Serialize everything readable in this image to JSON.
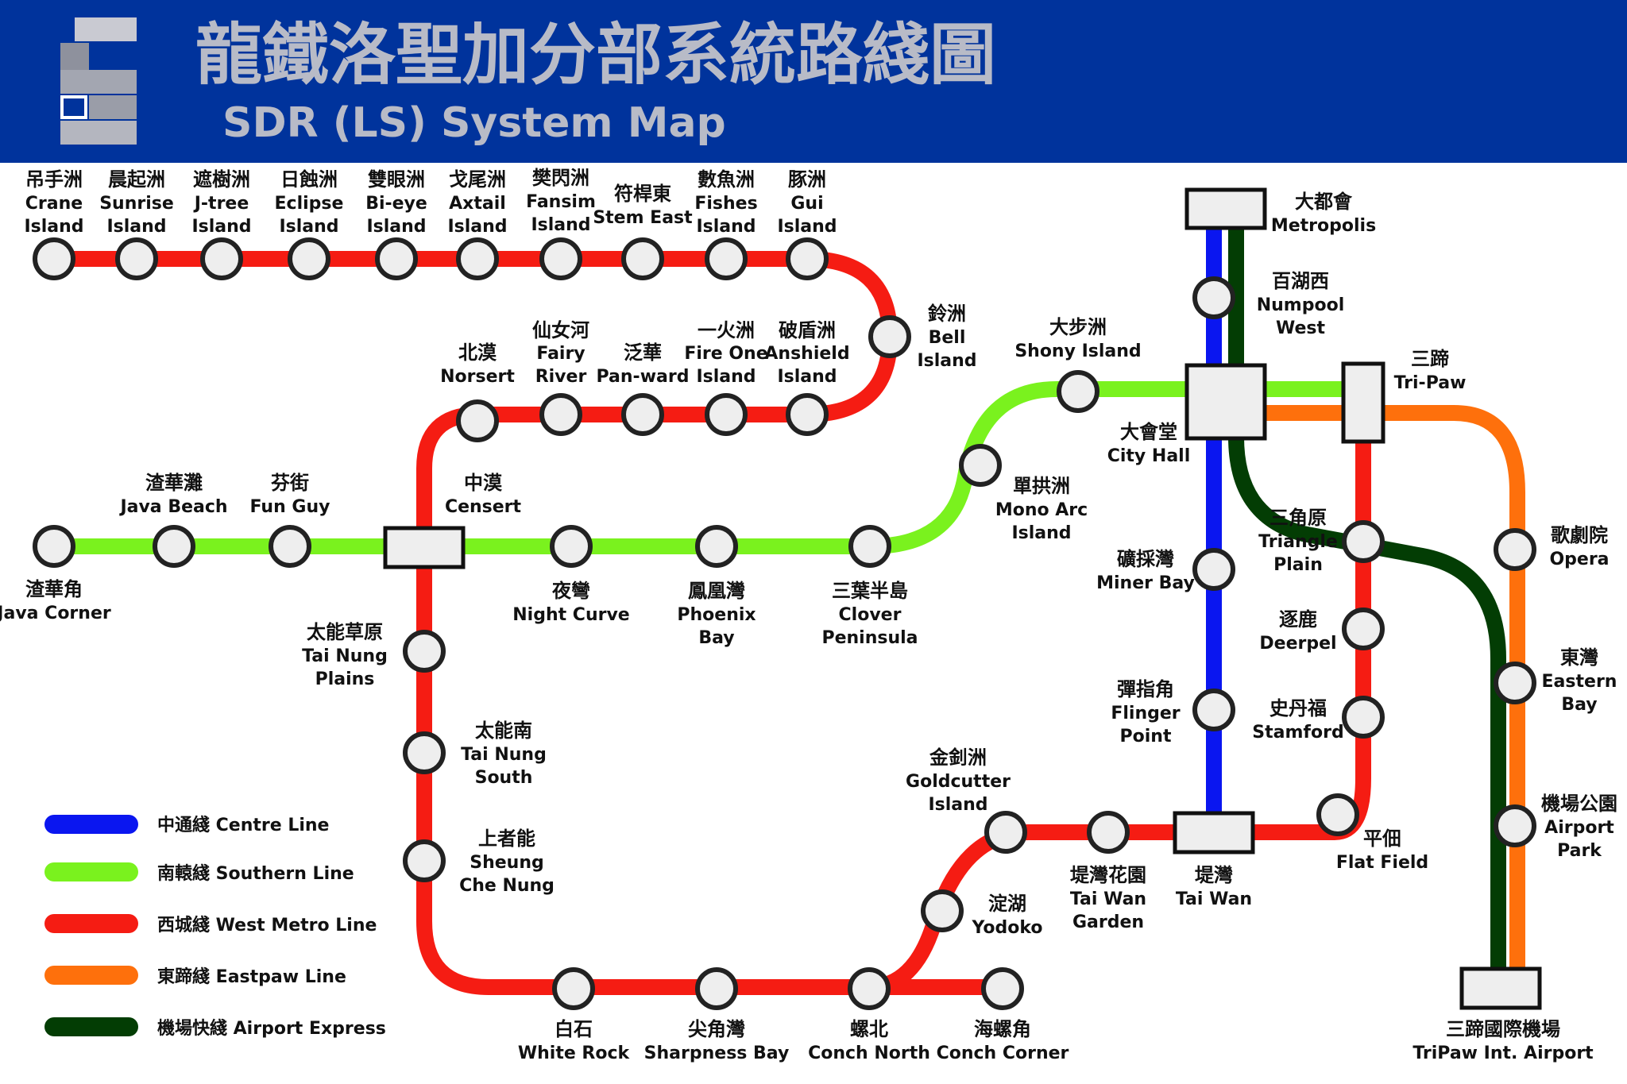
{
  "header": {
    "title_zh": "龍鐵洛聖加分部系統路綫圖",
    "title_en": "SDR (LS) System Map",
    "logo": "sdr-logo-icon",
    "background": "#00339c"
  },
  "lines": {
    "centre": {
      "name": "中通綫 Centre Line",
      "color": "#0a16f0"
    },
    "southern": {
      "name": "南轅綫 Southern Line",
      "color": "#7af21e"
    },
    "west": {
      "name": "西城綫 West Metro Line",
      "color": "#f51c13"
    },
    "eastpaw": {
      "name": "東蹄綫 Eastpaw Line",
      "color": "#fe700c"
    },
    "airport": {
      "name": "機場快綫 Airport Express",
      "color": "#033d04"
    }
  },
  "stations": {
    "crane": {
      "zh": "吊手洲",
      "en1": "Crane",
      "en2": "Island"
    },
    "sunrise": {
      "zh": "晨起洲",
      "en1": "Sunrise",
      "en2": "Island"
    },
    "jtree": {
      "zh": "遮樹洲",
      "en1": "J-tree",
      "en2": "Island"
    },
    "eclipse": {
      "zh": "日蝕洲",
      "en1": "Eclipse",
      "en2": "Island"
    },
    "bieye": {
      "zh": "雙眼洲",
      "en1": "Bi-eye",
      "en2": "Island"
    },
    "axtail": {
      "zh": "戈尾洲",
      "en1": "Axtail",
      "en2": "Island"
    },
    "fansim": {
      "zh": "樊閃洲",
      "en1": "Fansim",
      "en2": "Island"
    },
    "stemeast": {
      "zh": "符桿東",
      "en1": "Stem East"
    },
    "fishes": {
      "zh": "數魚洲",
      "en1": "Fishes",
      "en2": "Island"
    },
    "gui": {
      "zh": "豚洲",
      "en1": "Gui",
      "en2": "Island"
    },
    "bell": {
      "zh": "鈴洲",
      "en1": "Bell",
      "en2": "Island"
    },
    "norsert": {
      "zh": "北漠",
      "en1": "Norsert"
    },
    "fairy": {
      "zh": "仙女河",
      "en1": "Fairy",
      "en2": "River"
    },
    "panward": {
      "zh": "泛華",
      "en1": "Pan-ward"
    },
    "fireone": {
      "zh": "一火洲",
      "en1": "Fire One",
      "en2": "Island"
    },
    "anshield": {
      "zh": "破盾洲",
      "en1": "Anshield",
      "en2": "Island"
    },
    "javacorner": {
      "zh": "渣華角",
      "en1": "Java Corner"
    },
    "javabeach": {
      "zh": "渣華灘",
      "en1": "Java Beach"
    },
    "funguy": {
      "zh": "芬街",
      "en1": "Fun Guy"
    },
    "censert": {
      "zh": "中漠",
      "en1": "Censert"
    },
    "nightcurve": {
      "zh": "夜彎",
      "en1": "Night Curve"
    },
    "phoenix": {
      "zh": "鳳凰灣",
      "en1": "Phoenix",
      "en2": "Bay"
    },
    "clover": {
      "zh": "三葉半島",
      "en1": "Clover",
      "en2": "Peninsula"
    },
    "monoarc": {
      "zh": "單拱洲",
      "en1": "Mono Arc",
      "en2": "Island"
    },
    "shony": {
      "zh": "大步洲",
      "en1": "Shony Island"
    },
    "cityhall": {
      "zh": "大會堂",
      "en1": "City Hall"
    },
    "metropolis": {
      "zh": "大都會",
      "en1": "Metropolis"
    },
    "numpool": {
      "zh": "百湖西",
      "en1": "Numpool",
      "en2": "West"
    },
    "tripaw": {
      "zh": "三蹄",
      "en1": "Tri-Paw"
    },
    "minerbay": {
      "zh": "礦採灣",
      "en1": "Miner Bay"
    },
    "flinger": {
      "zh": "彈指角",
      "en1": "Flinger",
      "en2": "Point"
    },
    "triangle": {
      "zh": "三角原",
      "en1": "Triangle",
      "en2": "Plain"
    },
    "deerpel": {
      "zh": "逐鹿",
      "en1": "Deerpel"
    },
    "stamford": {
      "zh": "史丹福",
      "en1": "Stamford"
    },
    "flatfield": {
      "zh": "平佃",
      "en1": "Flat Field"
    },
    "opera": {
      "zh": "歌劇院",
      "en1": "Opera"
    },
    "easternbay": {
      "zh": "東灣",
      "en1": "Eastern",
      "en2": "Bay"
    },
    "airportpark": {
      "zh": "機場公園",
      "en1": "Airport",
      "en2": "Park"
    },
    "tripawairport": {
      "zh": "三蹄國際機場",
      "en1": "TriPaw Int. Airport"
    },
    "tainungplains": {
      "zh": "太能草原",
      "en1": "Tai Nung",
      "en2": "Plains"
    },
    "tainungsouth": {
      "zh": "太能南",
      "en1": "Tai Nung",
      "en2": "South"
    },
    "sheung": {
      "zh": "上者能",
      "en1": "Sheung",
      "en2": "Che Nung"
    },
    "whiterock": {
      "zh": "白石",
      "en1": "White Rock"
    },
    "sharpness": {
      "zh": "尖角灣",
      "en1": "Sharpness Bay"
    },
    "conchnorth": {
      "zh": "螺北",
      "en1": "Conch North"
    },
    "conchcorner": {
      "zh": "海螺角",
      "en1": "Conch Corner"
    },
    "yodoko": {
      "zh": "淀湖",
      "en1": "Yodoko"
    },
    "goldcutter": {
      "zh": "金釗洲",
      "en1": "Goldcutter",
      "en2": "Island"
    },
    "taiwangarden": {
      "zh": "堤灣花園",
      "en1": "Tai Wan",
      "en2": "Garden"
    },
    "taiwan": {
      "zh": "堤灣",
      "en1": "Tai Wan"
    }
  }
}
